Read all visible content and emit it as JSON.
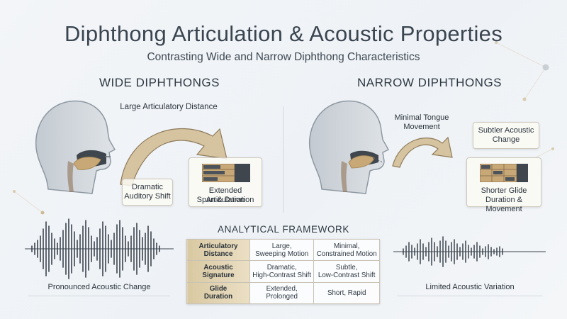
{
  "title": "Diphthong Articulation & Acoustic Properties",
  "subtitle": "Contrasting Wide and Narrow Diphthong Characteristics",
  "wide": {
    "heading": "WIDE DIPHTHONGS",
    "arrow_label": "Large Articulatory Distance",
    "shift_label_line1": "Dramatic",
    "shift_label_line2": "Auditory Shift",
    "span_label_line1": "Extended Articulation",
    "span_label_line2": "Span & Duration",
    "waveform_caption": "Pronounced Acoustic Change"
  },
  "narrow": {
    "heading": "NARROW DIPHTHONGS",
    "arrow_label_line1": "Minimal Tongue",
    "arrow_label_line2": "Movement",
    "change_label_line1": "Subtler Acoustic",
    "change_label_line2": "Change",
    "glide_label_line1": "Shorter Glide",
    "glide_label_line2": "Duration & Movement",
    "waveform_caption": "Limited Acoustic Variation"
  },
  "framework": {
    "title": "ANALYTICAL FRAMEWORK",
    "rows": [
      {
        "h1": "Articulatory",
        "h2": "Distance",
        "w1": "Large,",
        "w2": "Sweeping Motion",
        "n1": "Minimal,",
        "n2": "Constrained Motion"
      },
      {
        "h1": "Acoustic",
        "h2": "Signature",
        "w1": "Dramatic,",
        "w2": "High-Contrast Shift",
        "n1": "Subtle,",
        "n2": "Low-Contrast Shift"
      },
      {
        "h1": "Glide",
        "h2": "Duration",
        "w1": "Extended,",
        "w2": "Prolonged",
        "n1": "Short, Rapid",
        "n2": ""
      }
    ]
  },
  "colors": {
    "accent_tan": "#c9a877",
    "head_gray": "#a9b2bb",
    "wave_dark": "#3b444d"
  }
}
